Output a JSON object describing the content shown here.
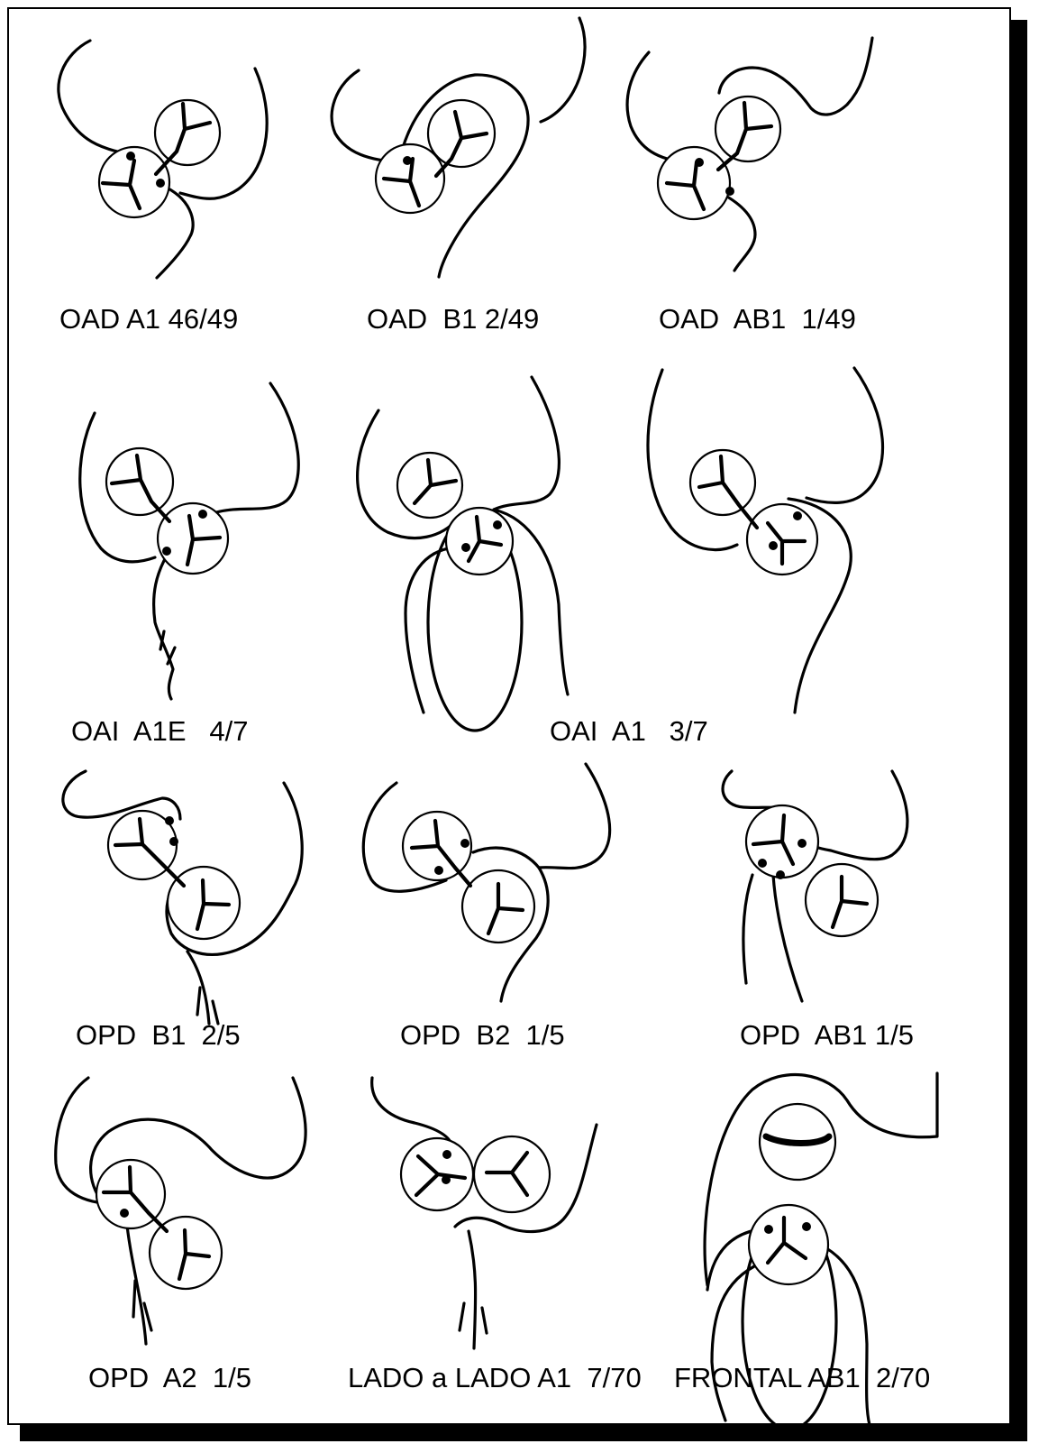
{
  "colors": {
    "ink": "#000000",
    "paper": "#ffffff",
    "shadow": "#000000"
  },
  "panels": [
    {
      "id": "p1",
      "label": "OAD A1 46/49"
    },
    {
      "id": "p2",
      "label": "OAD  B1 2/49"
    },
    {
      "id": "p3",
      "label": "OAD  AB1  1/49"
    },
    {
      "id": "p4",
      "label": "OAI  A1E   4/7"
    },
    {
      "id": "p5",
      "label": "OAI  A1   3/7"
    },
    {
      "id": "p6",
      "label": ""
    },
    {
      "id": "p7",
      "label": "OPD  B1  2/5"
    },
    {
      "id": "p8",
      "label": "OPD  B2  1/5"
    },
    {
      "id": "p9",
      "label": "OPD  AB1 1/5"
    },
    {
      "id": "p10",
      "label": "OPD  A2  1/5"
    },
    {
      "id": "p11",
      "label": "LADO a LADO A1  7/70"
    },
    {
      "id": "p12",
      "label": "FRONTAL AB1  2/70"
    }
  ]
}
